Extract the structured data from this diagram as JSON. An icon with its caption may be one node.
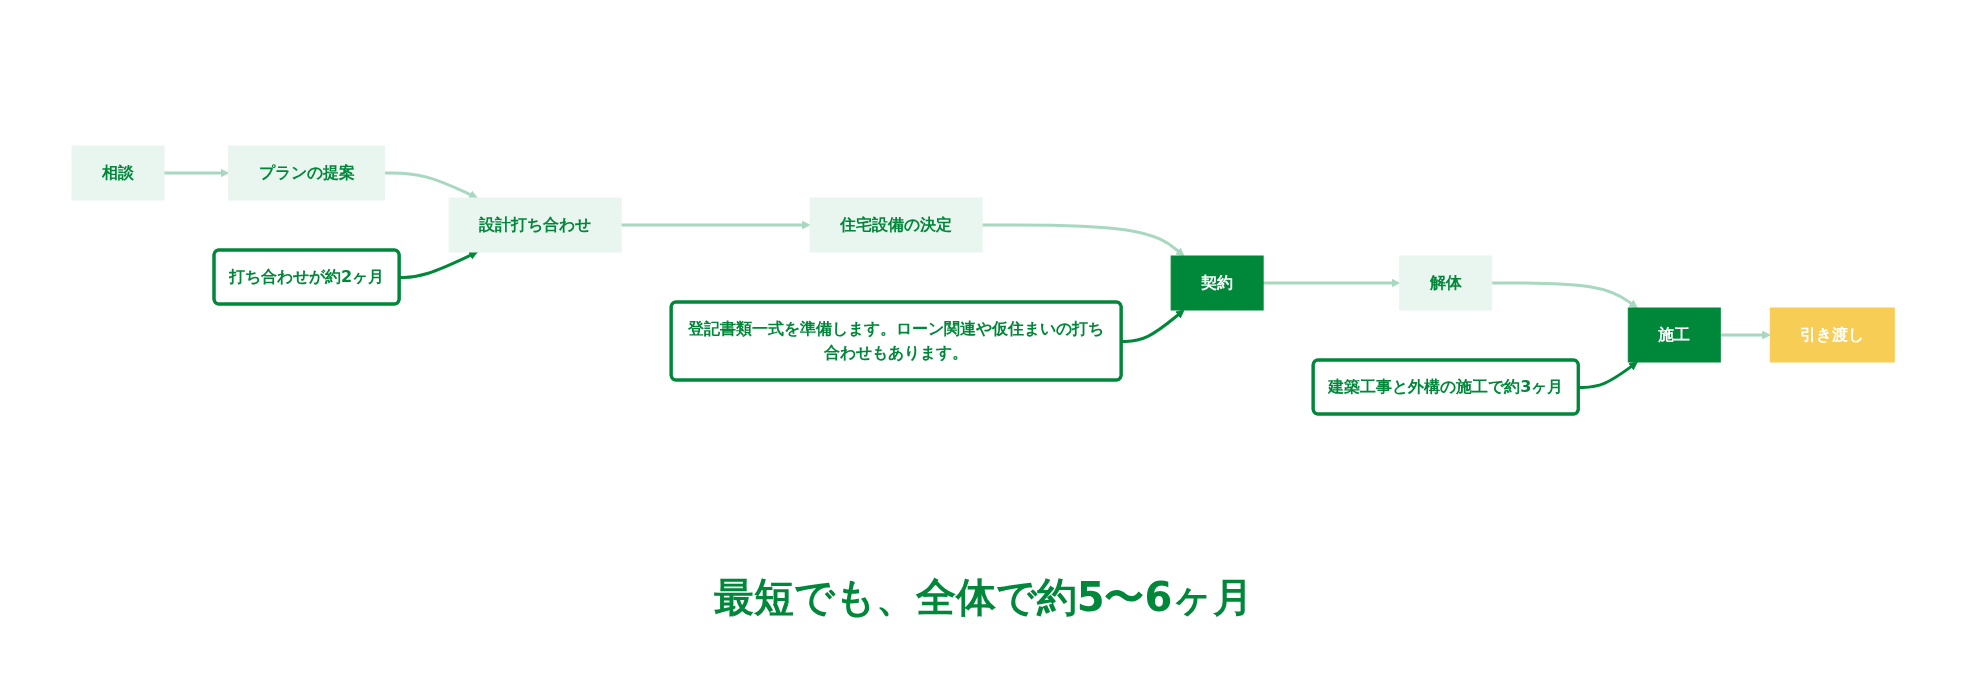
{
  "diagram": {
    "nodes": [
      {
        "text": [
          "打ち合わせが約2ヶ月"
        ]
      },
      {
        "text": [
          "建築工事と外構の施工で約3ヶ月"
        ]
      },
      {
        "text": [
          "相談"
        ]
      },
      {
        "text": [
          "プランの提案"
        ]
      },
      {
        "text": [
          "設計打ち合わせ"
        ]
      },
      {
        "text": [
          "住宅設備の決定"
        ]
      },
      {
        "text": [
          "契約"
        ]
      },
      {
        "text": [
          "解体"
        ]
      },
      {
        "text": [
          "施工"
        ]
      },
      {
        "text": [
          "引き渡し"
        ]
      },
      {
        "text": [
          "登記書類一式を準備します。ローン関連や仮住まいの打ち合わせもあります。"
        ]
      }
    ],
    "edges": [
      {
        "from": 2,
        "to": 3,
        "arrow": "to"
      },
      {
        "from": 3,
        "to": 4,
        "arrow": "to"
      },
      {
        "from": 4,
        "to": 5,
        "arrow": "to"
      },
      {
        "from": 5,
        "to": 6,
        "arrow": "to"
      },
      {
        "from": 6,
        "to": 7,
        "arrow": "to"
      },
      {
        "from": 7,
        "to": 8,
        "arrow": "to"
      },
      {
        "from": 8,
        "to": 9,
        "arrow": "to"
      },
      {
        "from": 0,
        "to": 4,
        "arrow": "to",
        "color": "#00883a"
      },
      {
        "from": 1,
        "to": 8,
        "arrow": "to",
        "color": "#00883a"
      },
      {
        "from": 10,
        "to": 6,
        "arrow": "to",
        "color": "#00883a"
      }
    ],
    "labels": [
      "最短でも、全体で約5〜6ヶ月"
    ]
  }
}
